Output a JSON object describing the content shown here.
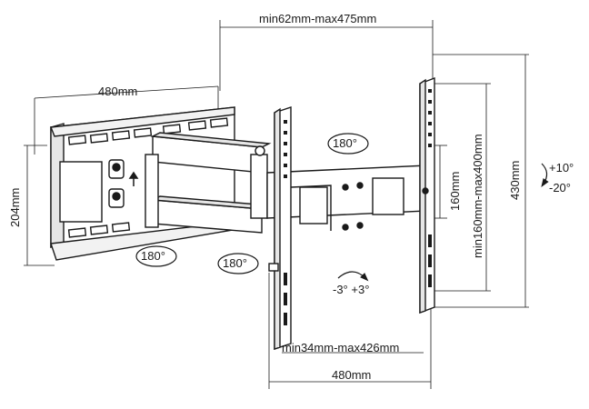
{
  "dimensions": {
    "top_arm_reach": "min62mm-max475mm",
    "wall_plate_width": "480mm",
    "wall_plate_height": "204mm",
    "vesa_vertical_inner": "160mm",
    "vesa_vertical_range": "min160mm-max400mm",
    "bracket_height": "430mm",
    "vesa_horizontal_range": "min34mm-max426mm",
    "bracket_width": "480mm"
  },
  "rotations": {
    "swivel_top": "180°",
    "swivel_wall": "180°",
    "swivel_head": "180°",
    "level_adjust": "-3°  +3°",
    "tilt_up": "+10°",
    "tilt_down": "-20°"
  },
  "colors": {
    "line": "#1a1a1a",
    "metal": "#ffffff",
    "shadow": "#cfcfcf"
  }
}
